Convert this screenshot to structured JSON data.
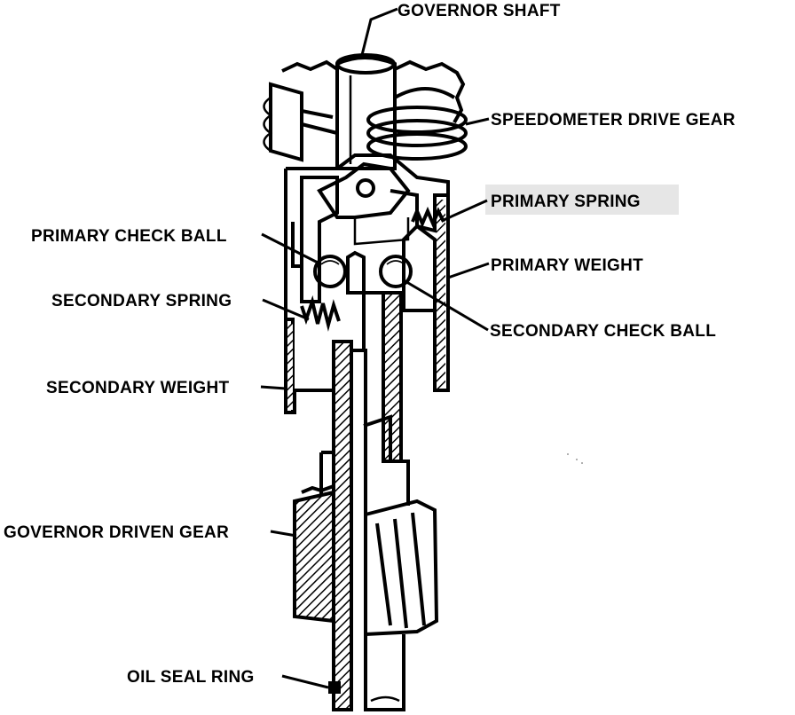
{
  "labels": {
    "governor_shaft": "GOVERNOR SHAFT",
    "speedometer_drive_gear": "SPEEDOMETER DRIVE GEAR",
    "primary_spring": "PRIMARY SPRING",
    "primary_check_ball": "PRIMARY CHECK BALL",
    "primary_weight": "PRIMARY WEIGHT",
    "secondary_spring": "SECONDARY SPRING",
    "secondary_check_ball": "SECONDARY CHECK BALL",
    "secondary_weight": "SECONDARY WEIGHT",
    "governor_driven_gear": "GOVERNOR DRIVEN GEAR",
    "oil_seal_ring": "OIL SEAL RING"
  },
  "colors": {
    "ink": "#000000",
    "paper": "#ffffff",
    "highlight": "#e6e6e6"
  }
}
